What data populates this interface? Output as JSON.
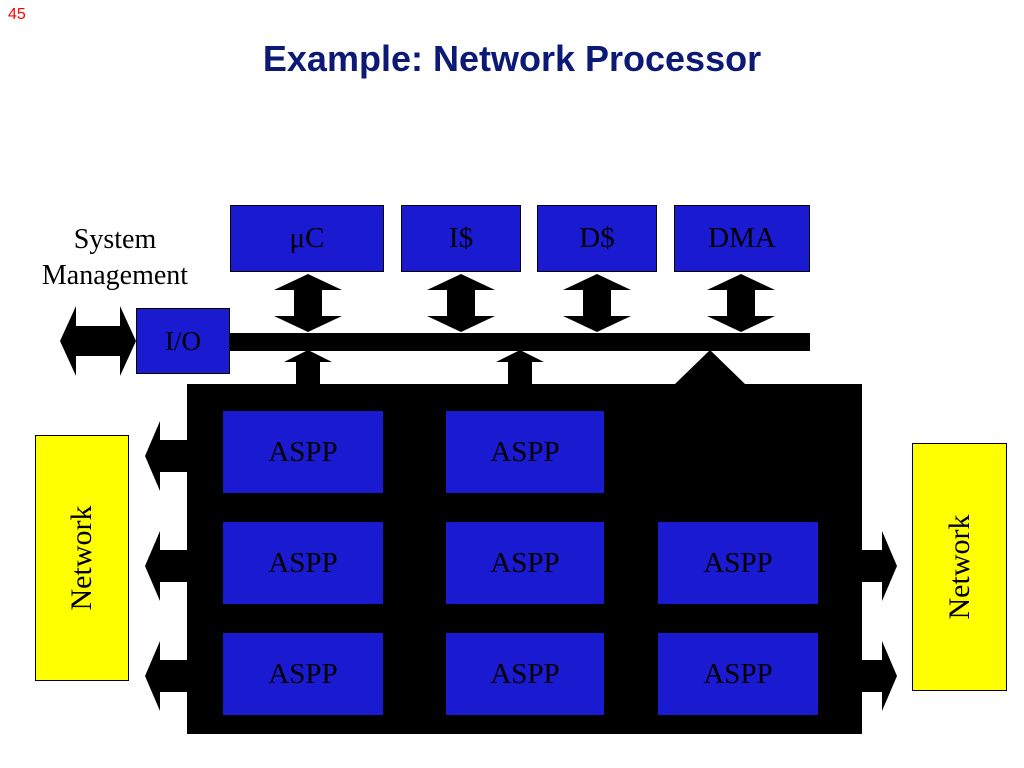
{
  "slide_number": "45",
  "title": "Example: Network Processor",
  "system_management": {
    "line1": "System",
    "line2": "Management"
  },
  "top_blocks": {
    "uc": "μC",
    "icache": "I$",
    "dcache": "D$",
    "dma": "DMA"
  },
  "io_label": "I/O",
  "aspp_label": "ASPP",
  "network_left": "Network",
  "network_right": "Network",
  "colors": {
    "title": "#0d1a75",
    "slide_number": "#ff0000",
    "block_fill": "#1a1ad0",
    "network_fill": "#ffff00",
    "bus": "#000000"
  }
}
